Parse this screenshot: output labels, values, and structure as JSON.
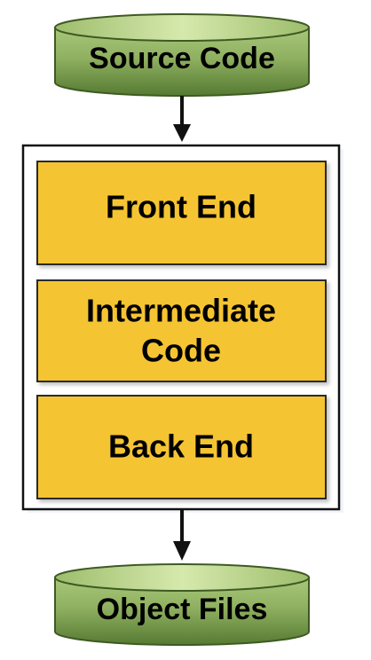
{
  "diagram": {
    "source_node": {
      "label": "Source Code"
    },
    "object_node": {
      "label": "Object Files"
    },
    "stages": [
      {
        "lines": [
          "Front End"
        ]
      },
      {
        "lines": [
          "Intermediate",
          "Code"
        ]
      },
      {
        "lines": [
          "Back End"
        ]
      }
    ],
    "colors": {
      "cylinder_light": "#c9e09a",
      "cylinder_mid": "#8fb060",
      "cylinder_dark": "#4d6e2c",
      "stage_fill": "#f5c431",
      "stage_border": "#2a2a2a",
      "arrow": "#111111"
    }
  }
}
